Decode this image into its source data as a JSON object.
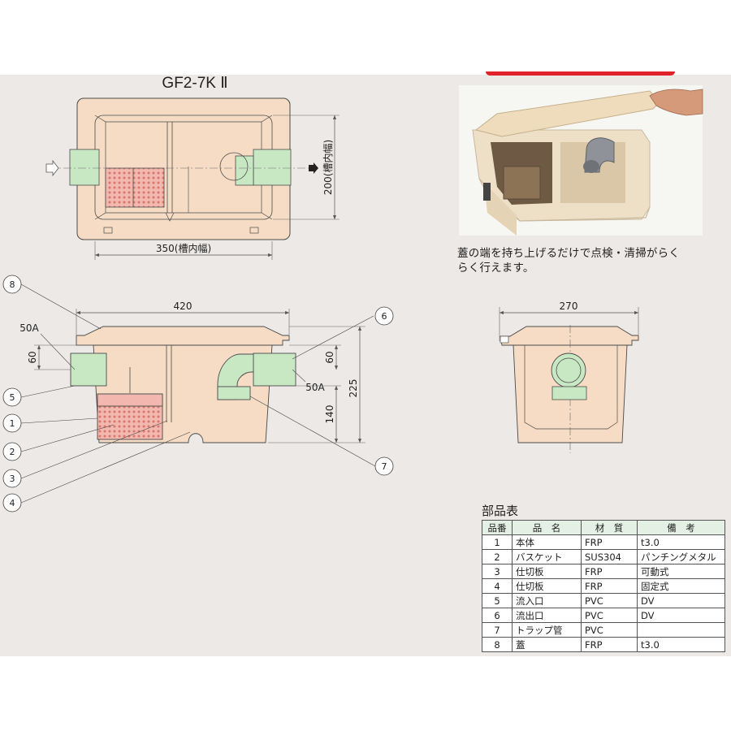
{
  "model": "GF2-7K Ⅱ",
  "dims": {
    "width_inner": "350(槽内幅)",
    "depth_inner": "200(槽内幅)",
    "overall": "420",
    "side_width": "270",
    "h225": "225",
    "h140": "140",
    "h60_left": "60",
    "h60_right": "60",
    "inlet_size": "50A",
    "outlet_size": "50A"
  },
  "callouts": [
    "8",
    "5",
    "1",
    "2",
    "3",
    "4",
    "6",
    "7"
  ],
  "caption": [
    "蓋の端を持ち上げるだけで点検・清掃がらく",
    "らく行えます。"
  ],
  "parts_title": "部品表",
  "parts_table": {
    "headers": [
      "品番",
      "品　名",
      "材　質",
      "備　考"
    ],
    "rows": [
      {
        "no": "1",
        "name": "本体",
        "material": "FRP",
        "note": "t3.0"
      },
      {
        "no": "2",
        "name": "バスケット",
        "material": "SUS304",
        "note": "パンチングメタル"
      },
      {
        "no": "3",
        "name": "仕切板",
        "material": "FRP",
        "note": "可動式"
      },
      {
        "no": "4",
        "name": "仕切板",
        "material": "FRP",
        "note": "固定式"
      },
      {
        "no": "5",
        "name": "流入口",
        "material": "PVC",
        "note": "DV"
      },
      {
        "no": "6",
        "name": "流出口",
        "material": "PVC",
        "note": "DV"
      },
      {
        "no": "7",
        "name": "トラップ管",
        "material": "PVC",
        "note": ""
      },
      {
        "no": "8",
        "name": "蓋",
        "material": "FRP",
        "note": "t3.0"
      }
    ]
  },
  "colors": {
    "body": "#f6dcc4",
    "outline": "#4a4a4a",
    "pipe": "#c8e8c4",
    "basket": "#f2b7ae",
    "background": "#ece9e7",
    "accent": "#e0222a"
  }
}
